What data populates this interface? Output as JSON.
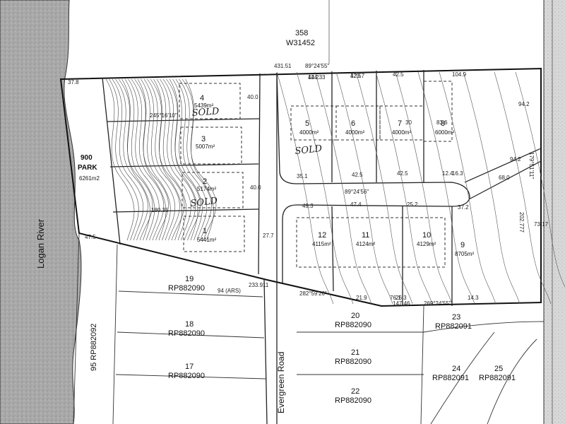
{
  "river": {
    "name": "Logan River"
  },
  "road": {
    "name": "Evergreen Road"
  },
  "park": {
    "number": "900",
    "label": "PARK",
    "area": "6261m2"
  },
  "north_parcel": {
    "number": "358",
    "plan": "W31452"
  },
  "sold_marks": [
    "SOLD",
    "SOLD",
    "SOLD"
  ],
  "lots": [
    {
      "number": "4",
      "area": "5439m²",
      "sold": true
    },
    {
      "number": "3",
      "area": "5007m²"
    },
    {
      "number": "2",
      "area": "5174m²",
      "sold": true
    },
    {
      "number": "1",
      "area": "5441m²"
    },
    {
      "number": "5",
      "area": "4000m²"
    },
    {
      "number": "6",
      "area": "4000m²"
    },
    {
      "number": "7",
      "area": "4000m²"
    },
    {
      "number": "8",
      "area": "6000m²"
    },
    {
      "number": "12",
      "area": "4115m²"
    },
    {
      "number": "11",
      "area": "4124m²"
    },
    {
      "number": "10",
      "area": "4129m²"
    },
    {
      "number": "9",
      "area": "8705m²"
    }
  ],
  "adjacent_parcels": [
    {
      "number": "19",
      "plan": "RP882090"
    },
    {
      "number": "18",
      "plan": "RP882090"
    },
    {
      "number": "17",
      "plan": "RP882090"
    },
    {
      "number": "20",
      "plan": "RP882090"
    },
    {
      "number": "21",
      "plan": "RP882090"
    },
    {
      "number": "22",
      "plan": "RP882090"
    },
    {
      "number": "23",
      "plan": "RP882091"
    },
    {
      "number": "24",
      "plan": "RP882091"
    },
    {
      "number": "25",
      "plan": "RP882091"
    },
    {
      "number": "95",
      "plan": "RP882092"
    }
  ],
  "dimensions": {
    "top_boundary": "431.51",
    "top_bearing": "89°24'55\"",
    "top_left": "37.8",
    "top_right": "104.9",
    "bottom_left": "233.911",
    "bottom_bearing": "282°59'26\"",
    "bottom_right": "147.46",
    "bottom_right_bearing": "269°24'55\"",
    "ars": "94 (ARS)",
    "right_side": "179°51'11\"",
    "right_side2": "202.777",
    "road_bearing": "89°24'56\"",
    "misc": [
      "44.2",
      "42.5",
      "42.5",
      "35.1",
      "42.5",
      "42.5",
      "49.3",
      "47.4",
      "25.2",
      "40.0",
      "40.0",
      "16.3",
      "12.4",
      "14.3",
      "76.1",
      "21.9",
      "26.3",
      "47.5",
      "27.7",
      "37.2",
      "30",
      "83.6",
      "94.2",
      "94.2",
      "68.0",
      "73.17",
      "245°16'10\"",
      "180.35",
      "124.33",
      "123.7"
    ]
  }
}
